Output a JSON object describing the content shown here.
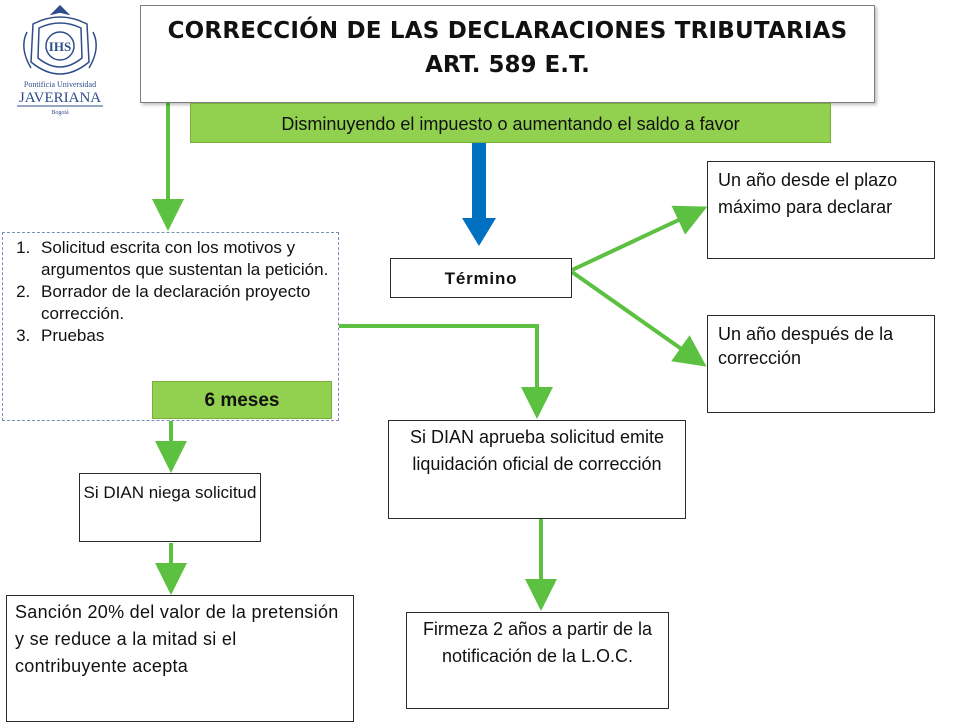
{
  "logo": {
    "monogram": "IHS",
    "line1": "Pontificia Universidad",
    "line2": "JAVERIANA",
    "line3": "Bogotá"
  },
  "title": {
    "line1": "CORRECCIÓN DE LAS DECLARACIONES TRIBUTARIAS",
    "line2": "ART. 589 E.T."
  },
  "subtitle": "Disminuyendo el impuesto o aumentando el saldo a favor",
  "requirements": [
    "Solicitud escrita con los motivos y argumentos que sustentan la petición.",
    "Borrador de la declaración proyecto corrección.",
    "Pruebas"
  ],
  "six_months": "6 meses",
  "termino": "Término",
  "right_top": "Un año desde el plazo máximo para declarar",
  "right_bottom": "Un año después de la corrección",
  "dian_aprueba": "Si DIAN aprueba solicitud emite liquidación oficial de corrección",
  "dian_niega": "Si DIAN niega solicitud",
  "sancion": "Sanción 20% del valor de la pretensión y se reduce a la mitad si el contribuyente acepta",
  "firmeza": "Firmeza 2 años a partir de la notificación de la L.O.C.",
  "colors": {
    "green_fill": "#92d050",
    "arrow_green": "#5cc041",
    "arrow_blue": "#0070c0",
    "logo_blue": "#2f4d8a"
  }
}
